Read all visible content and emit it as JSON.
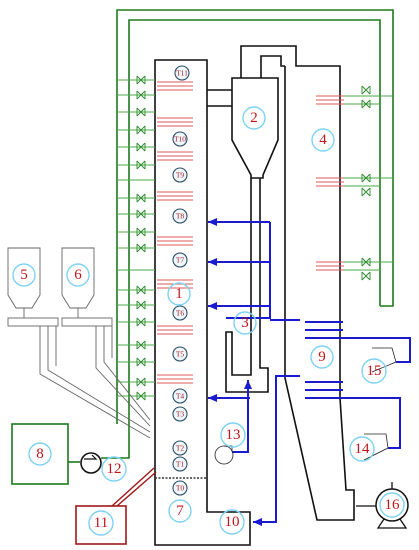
{
  "diagram": {
    "components": [
      {
        "id": "comp-1",
        "label": "1"
      },
      {
        "id": "comp-2",
        "label": "2"
      },
      {
        "id": "comp-3",
        "label": "3"
      },
      {
        "id": "comp-4",
        "label": "4"
      },
      {
        "id": "comp-5",
        "label": "5"
      },
      {
        "id": "comp-6",
        "label": "6"
      },
      {
        "id": "comp-7",
        "label": "7"
      },
      {
        "id": "comp-8",
        "label": "8"
      },
      {
        "id": "comp-9",
        "label": "9"
      },
      {
        "id": "comp-10",
        "label": "10"
      },
      {
        "id": "comp-11",
        "label": "11"
      },
      {
        "id": "comp-12",
        "label": "12"
      },
      {
        "id": "comp-13",
        "label": "13"
      },
      {
        "id": "comp-14",
        "label": "14"
      },
      {
        "id": "comp-15",
        "label": "15"
      },
      {
        "id": "comp-16",
        "label": "16"
      }
    ],
    "thermocouples": [
      "T11",
      "T10",
      "T9",
      "T8",
      "T7",
      "T6",
      "T5",
      "T4",
      "T3",
      "T2",
      "T1",
      "T0"
    ],
    "colors": {
      "structure": "#111111",
      "green_pipe": "#1d7a1d",
      "blue_pipe": "#1a1ad0",
      "label_text": "#c0151b",
      "label_circle": "#7fd2f2",
      "heater_tube": "#e05a5a",
      "conveyor": "#666666",
      "box_11": "#a01818"
    }
  }
}
